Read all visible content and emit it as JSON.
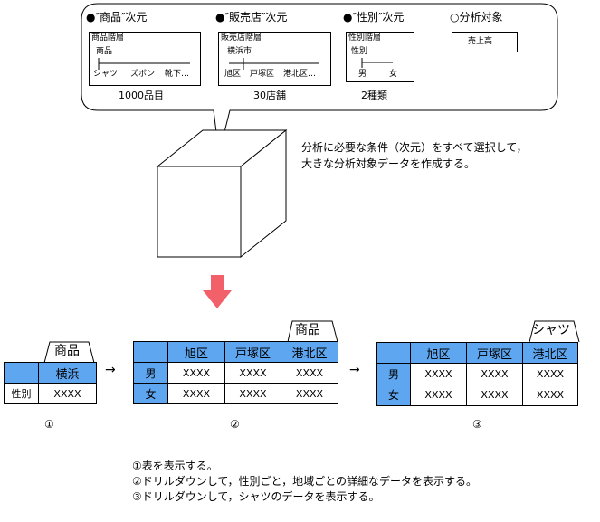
{
  "bubble": {
    "dims": [
      {
        "title": "●″商品″次元",
        "box_title": "商品階層",
        "level": "商品",
        "members": [
          "シャツ",
          "ズボン",
          "靴下…"
        ],
        "count": "1000品目"
      },
      {
        "title": "●″販売店″次元",
        "box_title": "販売店階層",
        "level": "横浜市",
        "members": [
          "旭区",
          "戸塚区",
          "港北区…"
        ],
        "count": "30店舗"
      },
      {
        "title": "●″性別″次元",
        "box_title": "性別階層",
        "level": "性別",
        "members": [
          "男",
          "女"
        ],
        "count": "2種類"
      }
    ],
    "target": {
      "title": "○分析対象",
      "box_label": "売上高"
    }
  },
  "cube_caption": {
    "line1": "分析に必要な条件（次元）をすべて選択して，",
    "line2": "大きな分析対象データを作成する。"
  },
  "table1": {
    "tab": "商品",
    "col": "横浜",
    "row": "性別",
    "value": "XXXX",
    "label": "①"
  },
  "table2": {
    "tab": "商品",
    "cols": [
      "旭区",
      "戸塚区",
      "港北区"
    ],
    "rows": [
      "男",
      "女"
    ],
    "value": "XXXX",
    "label": "②"
  },
  "table3": {
    "tab": "シャツ",
    "cols": [
      "旭区",
      "戸塚区",
      "港北区"
    ],
    "rows": [
      "男",
      "女"
    ],
    "value": "XXXX",
    "label": "③"
  },
  "arrows": [
    "→",
    "→"
  ],
  "notes": [
    "①表を表示する。",
    "②ドリルダウンして，性別ごと，地域ごとの詳細なデータを表示する。",
    "③ドリルダウンして，シャツのデータを表示する。"
  ],
  "colors": {
    "header_blue": "#5ea6f0",
    "arrow_red": "#f2606a"
  }
}
